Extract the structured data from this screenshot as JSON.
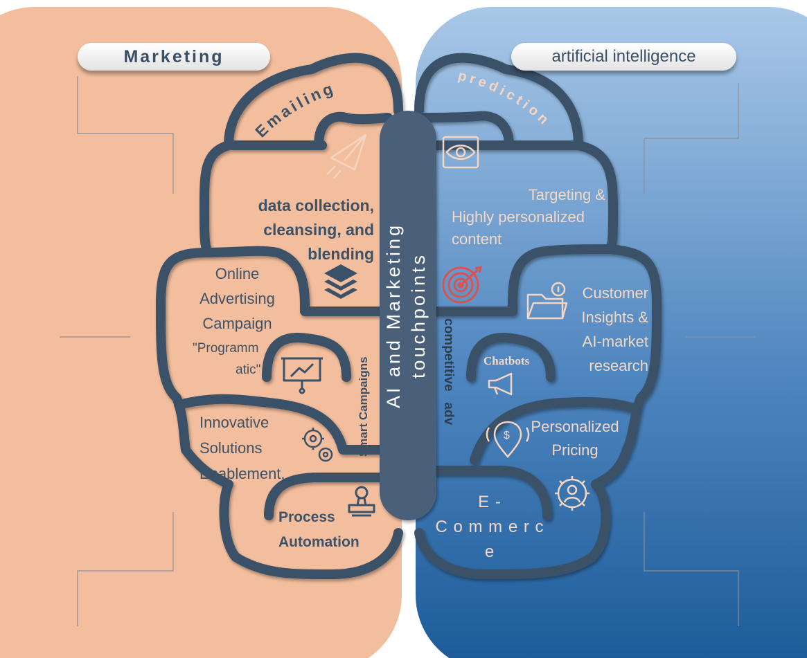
{
  "headers": {
    "left": "Marketing",
    "right": "artificial intelligence"
  },
  "center_label_line1": "AI and Marketing",
  "center_label_line2": "touchpoints",
  "vertical_labels": {
    "smart_campaigns": "Smart Campaigns",
    "competitive_adv": "competitive   adv"
  },
  "arc_labels": {
    "emailing": "Emailing",
    "prediction": "prediction"
  },
  "left_labels": {
    "data_collection": [
      "data collection,",
      "cleansing,  and",
      "blending"
    ],
    "online_advertising": [
      "Online",
      "Advertising",
      "Campaign"
    ],
    "programmatic": [
      "\"Programm",
      "atic\""
    ],
    "innovative": [
      "Innovative",
      "Solutions",
      "Enablement,"
    ],
    "process_automation": [
      "Process",
      "Automation"
    ]
  },
  "right_labels": {
    "targeting": [
      "Targeting &",
      "Highly personalized",
      "content"
    ],
    "customer_insights": [
      "Customer",
      "Insights &",
      "AI-market",
      "research"
    ],
    "chatbots": "Chatbots",
    "pricing": [
      "Personalized",
      "Pricing"
    ],
    "ecommerce": [
      "E -",
      "C o m m e r c",
      "e"
    ]
  },
  "colors": {
    "left_panel": "#f3be9e",
    "right_panel_top": "#a7c7e7",
    "right_panel_bottom": "#1c5b99",
    "brain_outline": "#3b5168",
    "center_bar": "#4a6178",
    "icon_light": "#f6d6c2"
  },
  "icons": [
    "paper-plane-icon",
    "eye-frame-icon",
    "layers-icon",
    "target-icon",
    "presentation-chart-icon",
    "folder-info-icon",
    "megaphone-icon",
    "gears-icon",
    "dollar-pin-icon",
    "stamp-icon",
    "gear-person-icon"
  ]
}
